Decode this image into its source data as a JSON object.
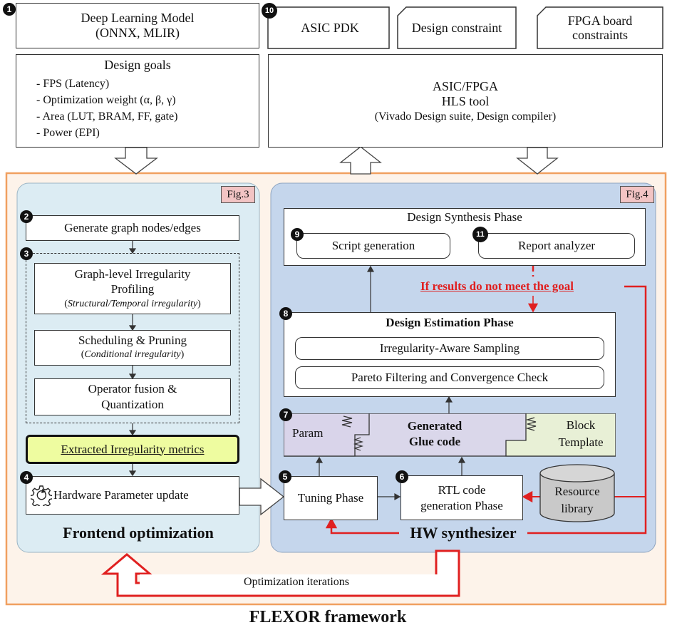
{
  "inputs": {
    "dl_model": {
      "number": "1",
      "line1": "Deep Learning Model",
      "line2": "(ONNX, MLIR)"
    },
    "design_goals": {
      "title": "Design goals",
      "items": [
        "- FPS (Latency)",
        "- Optimization weight (α, β, γ)",
        "- Area (LUT, BRAM, FF, gate)",
        "- Power (EPI)"
      ]
    },
    "asic_pdk": {
      "number": "10",
      "label": "ASIC PDK"
    },
    "design_constraint": {
      "label": "Design constraint"
    },
    "fpga_board": {
      "line1": "FPGA board",
      "line2": "constraints"
    },
    "hls_tool": {
      "line1": "ASIC/FPGA",
      "line2": "HLS tool",
      "line3": "(Vivado Design suite, Design compiler)"
    }
  },
  "frontend": {
    "fig_label": "Fig.3",
    "title": "Frontend optimization",
    "step2": {
      "number": "2",
      "label": "Generate graph nodes/edges"
    },
    "step3": {
      "number": "3",
      "profiling_line1": "Graph-level Irregularity",
      "profiling_line2": "Profiling",
      "profiling_sub": "Structural/Temporal irregularity",
      "scheduling": "Scheduling & Pruning",
      "scheduling_sub": "Conditional irregularity",
      "fusion_line1": "Operator fusion &",
      "fusion_line2": "Quantization"
    },
    "metrics": "Extracted Irregularity metrics",
    "step4": {
      "number": "4",
      "label": "Hardware Parameter update"
    }
  },
  "hw": {
    "fig_label": "Fig.4",
    "title": "HW synthesizer",
    "synthesis": {
      "title": "Design Synthesis Phase",
      "script": {
        "number": "9",
        "label": "Script generation"
      },
      "report": {
        "number": "11",
        "label": "Report analyzer"
      }
    },
    "feedback": "If results do not meet the goal",
    "estimation": {
      "number": "8",
      "title": "Design Estimation Phase",
      "sampling": "Irregularity-Aware Sampling",
      "pareto": "Pareto Filtering and Convergence Check"
    },
    "glue": {
      "number": "7",
      "param": "Param",
      "line1": "Generated",
      "line2": "Glue code",
      "template1": "Block",
      "template2": "Template"
    },
    "tuning": {
      "number": "5",
      "label": "Tuning Phase"
    },
    "rtl": {
      "number": "6",
      "line1": "RTL code",
      "line2": "generation Phase"
    },
    "resource": {
      "line1": "Resource",
      "line2": "library"
    }
  },
  "iterations": "Optimization iterations",
  "framework": "FLEXOR framework",
  "colors": {
    "orange_border": "#f0a060",
    "frontend_bg": "#dcecf3",
    "hw_bg": "#c5d6ec",
    "red": "#e02020",
    "metrics_bg": "#eefca0",
    "fig_badge": "#f2c4c4",
    "glue_bg": "#dad7ea",
    "template_bg": "#e8f0d6"
  }
}
